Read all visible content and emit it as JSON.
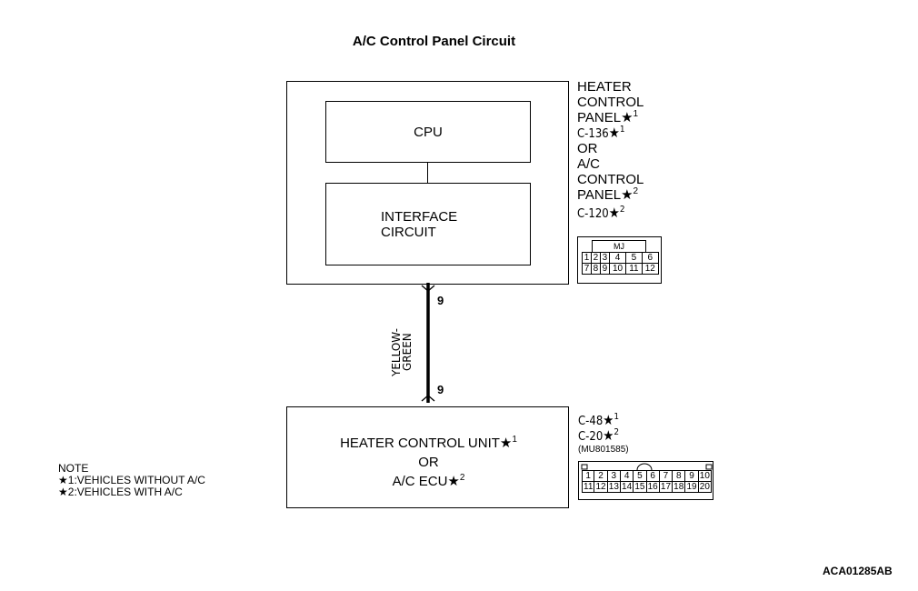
{
  "title": "A/C Control Panel Circuit",
  "upper_unit": {
    "cpu": "CPU",
    "interface_line1": "INTERFACE",
    "interface_line2": "CIRCUIT"
  },
  "upper_label": {
    "l1": "HEATER",
    "l2": "CONTROL",
    "l3": "PANEL",
    "l3_sup": "1",
    "l4": "C-136",
    "l4_sup": "1",
    "l5": "OR",
    "l6": "A/C",
    "l7": "CONTROL",
    "l8": "PANEL",
    "l8_sup": "2",
    "l9": "C-120",
    "l9_sup": "2"
  },
  "connector_upper": {
    "header": "MJ",
    "row1": [
      "1",
      "2",
      "3",
      "4",
      "5",
      "6"
    ],
    "row2": [
      "7",
      "8",
      "9",
      "10",
      "11",
      "12"
    ]
  },
  "wire": {
    "pin_top": "9",
    "pin_bottom": "9",
    "color_line1": "YELLOW-",
    "color_line2": "GREEN"
  },
  "lower_unit": {
    "line1": "HEATER CONTROL UNIT",
    "line1_sup": "1",
    "line2": "OR",
    "line3": "A/C ECU",
    "line3_sup": "2"
  },
  "lower_label": {
    "l1": "C-48",
    "l1_sup": "1",
    "l2": "C-20",
    "l2_sup": "2",
    "part": "(MU801585)"
  },
  "connector_lower": {
    "row1": [
      "1",
      "2",
      "3",
      "4",
      "5",
      "6",
      "7",
      "8",
      "9",
      "10"
    ],
    "row2": [
      "11",
      "12",
      "13",
      "14",
      "15",
      "16",
      "17",
      "18",
      "19",
      "20"
    ]
  },
  "note": {
    "heading": "NOTE",
    "n1_num": "1",
    "n1_text": ":VEHICLES WITHOUT A/C",
    "n2_num": "2",
    "n2_text": ":VEHICLES WITH A/C"
  },
  "figure_code": "ACA01285AB"
}
